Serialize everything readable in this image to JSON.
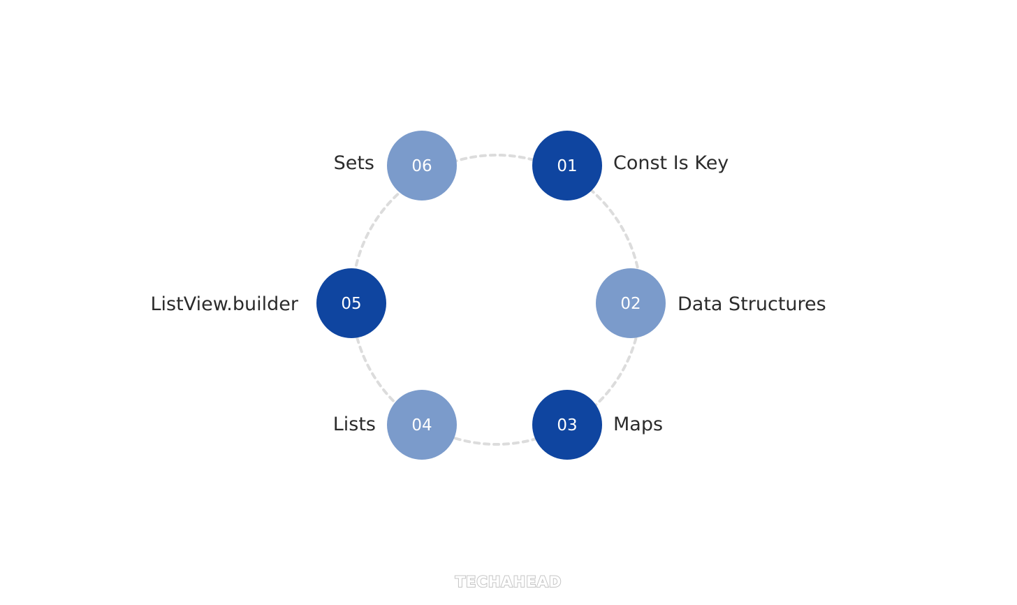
{
  "colors": {
    "dark_node": "#0f45a0",
    "light_node": "#7b9bcb",
    "dashed_ring": "#dcdcdc",
    "label_text": "#2b2b2b",
    "logo": "#c4c4c4"
  },
  "steps": [
    {
      "number": "01",
      "label": "Const Is Key",
      "tone": "dark"
    },
    {
      "number": "02",
      "label": "Data Structures",
      "tone": "light"
    },
    {
      "number": "03",
      "label": "Maps",
      "tone": "dark"
    },
    {
      "number": "04",
      "label": "Lists",
      "tone": "light"
    },
    {
      "number": "05",
      "label": "ListView.builder",
      "tone": "dark"
    },
    {
      "number": "06",
      "label": "Sets",
      "tone": "light"
    }
  ],
  "logo": {
    "text": "TECHAHEAD"
  }
}
